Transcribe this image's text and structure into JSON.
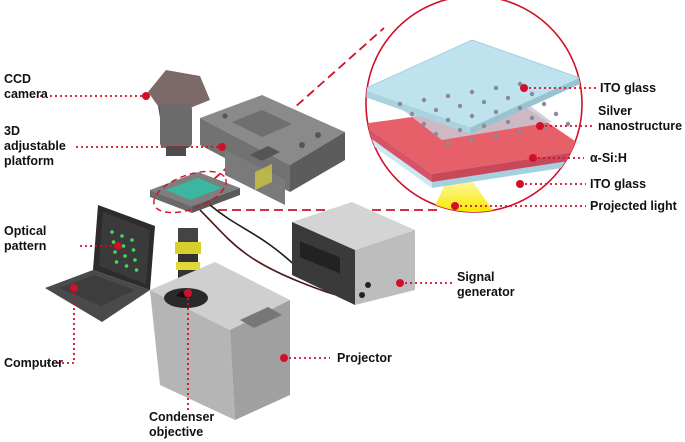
{
  "labels": {
    "ccd_camera": [
      "CCD",
      "camera"
    ],
    "platform": [
      "3D",
      "adjustable",
      "platform"
    ],
    "optical_pattern": [
      "Optical",
      "pattern"
    ],
    "computer": "Computer",
    "signal_generator": [
      "Signal",
      "generator"
    ],
    "projector": "Projector",
    "condenser_objective": [
      "Condenser",
      "objective"
    ],
    "ito_glass_top": "ITO glass",
    "silver_nanostructure": [
      "Silver",
      "nanostructure"
    ],
    "a_si_h": "α-Si:H",
    "ito_glass_bottom": "ITO glass",
    "projected_light": "Projected light"
  },
  "colors": {
    "leader_line": "#d0102a",
    "zoom_circle": "#d0102a",
    "ito_glass": "#bfe3ee",
    "a_si_h_layer": "#e6606a",
    "silver_layer": "#c8c8d4",
    "projected_light": "#f4e600",
    "device_gray": "#9a9a9a"
  }
}
